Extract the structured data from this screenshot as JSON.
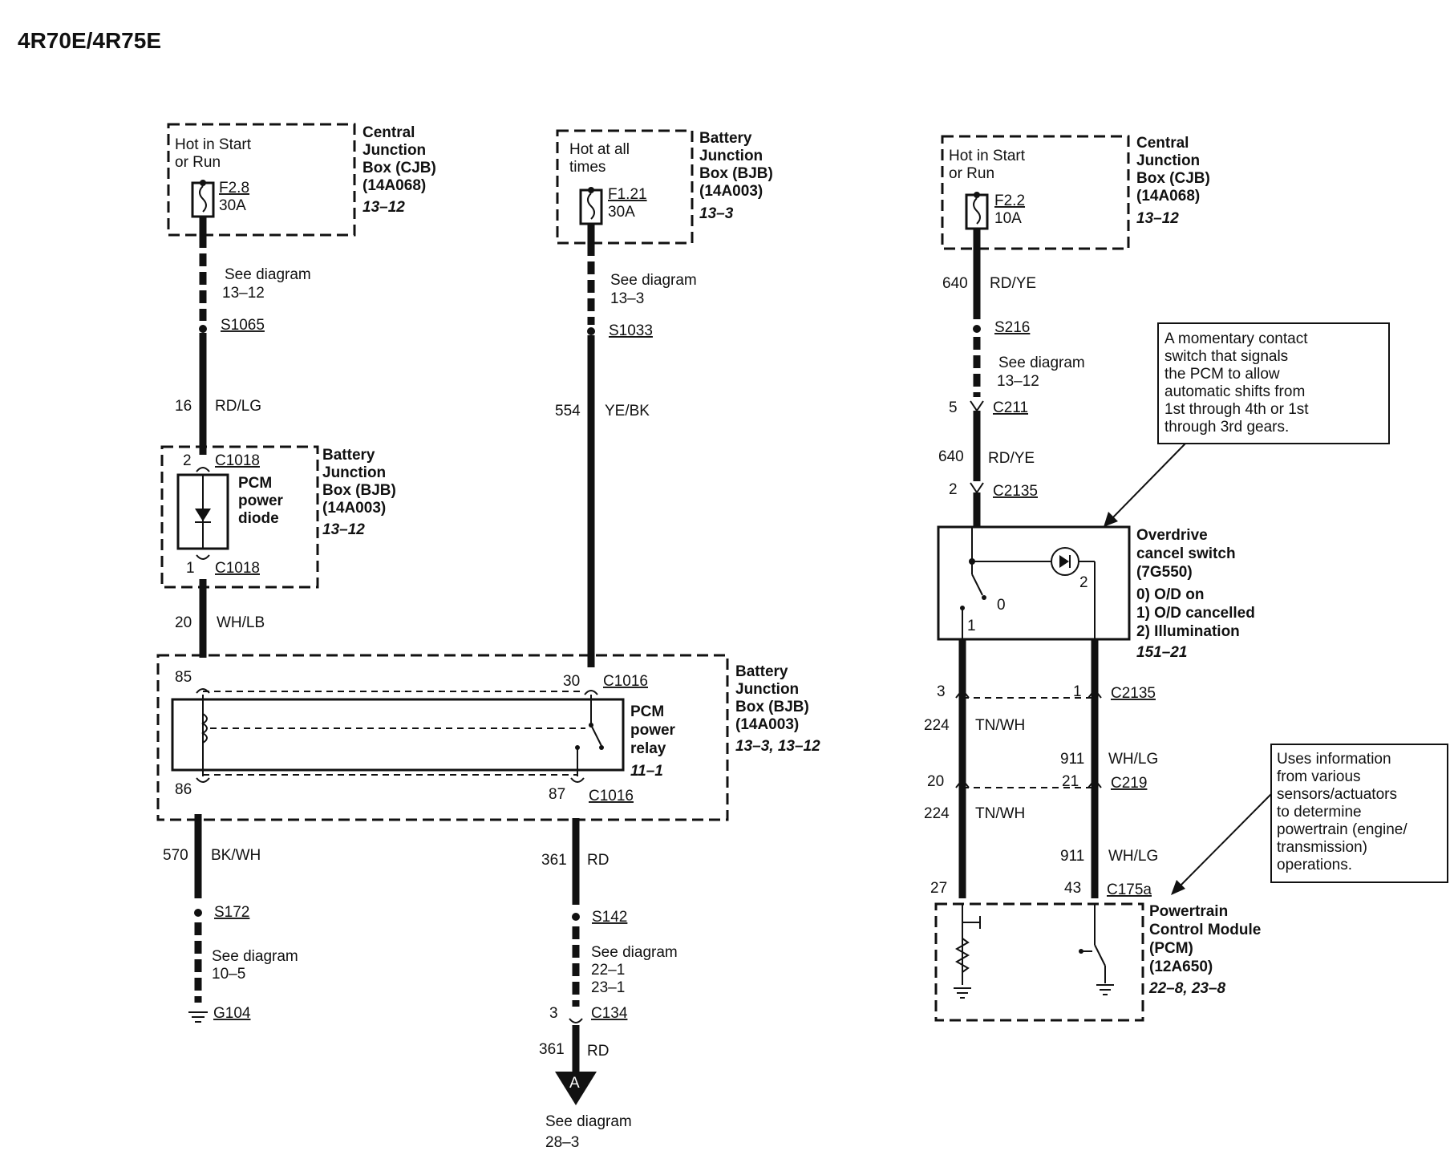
{
  "title": "4R70E/4R75E",
  "circuits": {
    "cjb1": {
      "hot": [
        "Hot in Start",
        "or Run"
      ],
      "fuse": "F2.8",
      "amps": "30A",
      "box": [
        "Central",
        "Junction",
        "Box (CJB)",
        "(14A068)"
      ],
      "ref": "13–12",
      "see": [
        "See diagram",
        "13–12"
      ],
      "splice": "S1065",
      "wire_num": "16",
      "wire_color": "RD/LG"
    },
    "bjb_fuse": {
      "hot": [
        "Hot at all",
        "times"
      ],
      "fuse": "F1.21",
      "amps": "30A",
      "box": [
        "Battery",
        "Junction",
        "Box (BJB)",
        "(14A003)"
      ],
      "ref": "13–3",
      "see": [
        "See diagram",
        "13–3"
      ],
      "splice": "S1033",
      "wire_num": "554",
      "wire_color": "YE/BK"
    },
    "diode": {
      "pin_top": "2",
      "conn_top": "C1018",
      "label": [
        "PCM",
        "power",
        "diode"
      ],
      "box": [
        "Battery",
        "Junction",
        "Box (BJB)",
        "(14A003)"
      ],
      "ref": "13–12",
      "pin_bot": "1",
      "conn_bot": "C1018",
      "wire_num": "20",
      "wire_color": "WH/LB"
    },
    "relay": {
      "pin85": "85",
      "pin86": "86",
      "pin30": "30",
      "pin87": "87",
      "conn_a": "C1016",
      "conn_b": "C1016",
      "label": [
        "PCM",
        "power",
        "relay"
      ],
      "ref_relay": "11–1",
      "box": [
        "Battery",
        "Junction",
        "Box (BJB)",
        "(14A003)"
      ],
      "ref": "13–3, 13–12"
    },
    "ground": {
      "wire_num": "570",
      "wire_color": "BK/WH",
      "splice": "S172",
      "see": [
        "See diagram",
        "10–5"
      ],
      "ground": "G104"
    },
    "output": {
      "wire_num": "361",
      "wire_color": "RD",
      "splice": "S142",
      "see": [
        "See diagram",
        "22–1",
        "23–1"
      ],
      "pin": "3",
      "conn": "C134",
      "wire_num2": "361",
      "wire_color2": "RD",
      "arrow": "A",
      "see2": [
        "See diagram",
        "28–3"
      ]
    },
    "cjb2": {
      "hot": [
        "Hot in Start",
        "or Run"
      ],
      "fuse": "F2.2",
      "amps": "10A",
      "box": [
        "Central",
        "Junction",
        "Box (CJB)",
        "(14A068)"
      ],
      "ref": "13–12",
      "wire_num": "640",
      "wire_color": "RD/YE",
      "splice": "S216",
      "see": [
        "See diagram",
        "13–12"
      ],
      "pin_c211": "5",
      "conn_c211": "C211",
      "wire_num2": "640",
      "wire_color2": "RD/YE",
      "pin_c2135": "2",
      "conn_c2135": "C2135"
    },
    "odswitch": {
      "label": [
        "Overdrive",
        "cancel switch",
        "(7G550)"
      ],
      "states": [
        "0) O/D on",
        "1) O/D cancelled",
        "2) Illumination"
      ],
      "ref": "151–21",
      "pos0": "0",
      "pos1": "1",
      "pos2": "2",
      "note": [
        "A momentary contact",
        "switch that signals",
        "the PCM to allow",
        "automatic shifts from",
        "1st through 4th or 1st",
        "through 3rd gears."
      ]
    },
    "pcm_wires": {
      "pin3": "3",
      "pin1": "1",
      "conn_c2135": "C2135",
      "left_num": "224",
      "left_color": "TN/WH",
      "right_num": "911",
      "right_color": "WH/LG",
      "pin20": "20",
      "pin21": "21",
      "conn_c219": "C219",
      "left_num2": "224",
      "left_color2": "TN/WH",
      "right_num2": "911",
      "right_color2": "WH/LG",
      "pin27": "27",
      "pin43": "43",
      "conn_c175a": "C175a"
    },
    "pcm": {
      "label": [
        "Powertrain",
        "Control Module",
        "(PCM)",
        "(12A650)"
      ],
      "ref": "22–8, 23–8",
      "note": [
        "Uses information",
        "from various",
        "sensors/actuators",
        "to determine",
        "powertrain (engine/",
        "transmission)",
        "operations."
      ]
    }
  }
}
